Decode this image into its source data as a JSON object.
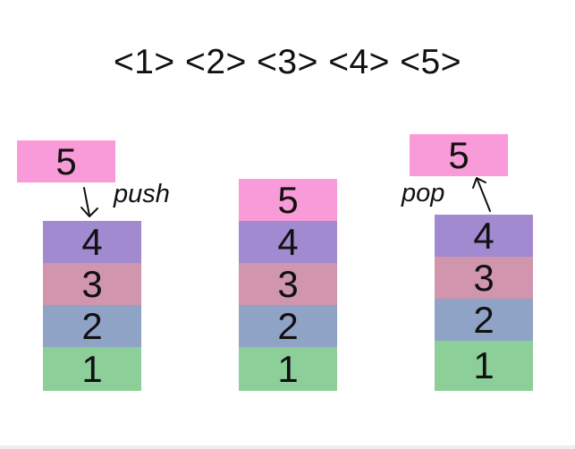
{
  "sequence_label": "<1> <2> <3> <4> <5>",
  "colors": {
    "block_1": "#8ccf98",
    "block_2": "#8fa3c6",
    "block_3": "#d195ad",
    "block_4": "#a18ad0",
    "block_5": "#f99bd8"
  },
  "push_panel": {
    "incoming": "5",
    "operation": "push",
    "stack": [
      "4",
      "3",
      "2",
      "1"
    ]
  },
  "middle_panel": {
    "stack": [
      "5",
      "4",
      "3",
      "2",
      "1"
    ]
  },
  "pop_panel": {
    "outgoing": "5",
    "operation": "pop",
    "stack": [
      "4",
      "3",
      "2",
      "1"
    ]
  }
}
